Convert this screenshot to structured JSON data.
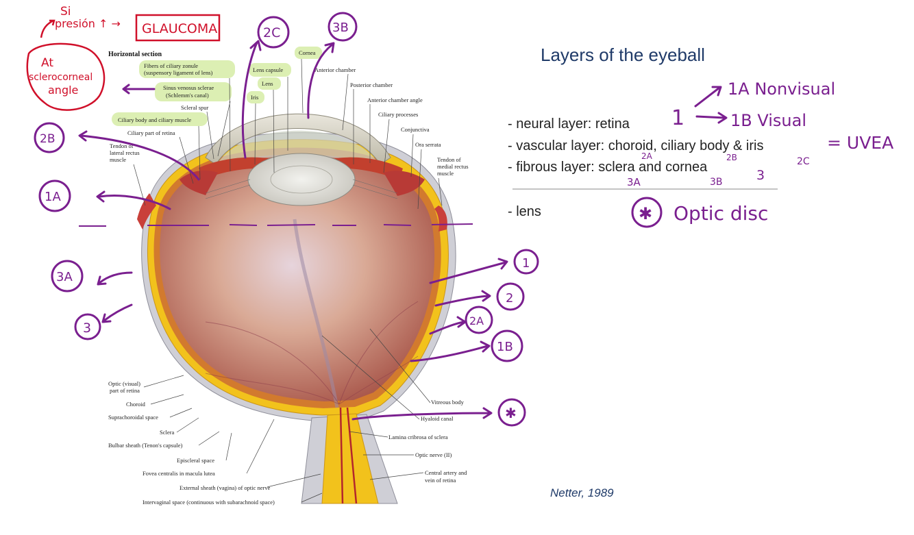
{
  "slide": {
    "title": "Layers of the eyeball",
    "bullets": [
      "- neural layer: retina",
      "- vascular layer: choroid, ciliary body & iris",
      "- fibrous layer: sclera and cornea",
      "- lens"
    ],
    "citation": "Netter, 1989"
  },
  "handwriting": {
    "si": "Si",
    "presion": "presión ↑ →",
    "glaucoma": "GLAUCOMA",
    "angle_1": "At",
    "angle_2": "sclerocorneal",
    "angle_3": "angle",
    "one": "1",
    "nonvisual": "1A Nonvisual",
    "visual": "1B Visual",
    "uvea": "= UVEA",
    "sub_2a": "2A",
    "sub_2b": "2B",
    "sub_2c": "2C",
    "sub_3a": "3A",
    "sub_3b": "3B",
    "three": "3",
    "optic_disc": "Optic disc",
    "circles": {
      "c2c": "2C",
      "c3b": "3B",
      "c2b": "2B",
      "c1a": "1A",
      "c3a": "3A",
      "c3": "3",
      "c1": "1",
      "c2": "2",
      "c2a": "2A",
      "c1b": "1B",
      "cstar": "✱",
      "cstar2": "✱"
    }
  },
  "diagram": {
    "heading": "Horizontal section",
    "labels": {
      "fibers_1": "Fibers of ciliary zonule",
      "fibers_2": "(suspensory ligament of lens)",
      "sinus_1": "Sinus venosus sclerae",
      "sinus_2": "(Schlemm's canal)",
      "scleral_spur": "Scleral spur",
      "ciliary_body": "Ciliary body and ciliary muscle",
      "ciliary_part": "Ciliary part of retina",
      "tendon_lat_1": "Tendon of",
      "tendon_lat_2": "lateral rectus",
      "tendon_lat_3": "muscle",
      "lens_capsule": "Lens capsule",
      "lens": "Lens",
      "iris": "Iris",
      "cornea": "Cornea",
      "anterior_chamber": "Anterior chamber",
      "posterior_chamber": "Posterior chamber",
      "ant_chamber_angle": "Anterior chamber angle",
      "ciliary_processes": "Ciliary processes",
      "conjunctiva": "Conjunctiva",
      "ora_serrata": "Ora serrata",
      "tendon_med_1": "Tendon of",
      "tendon_med_2": "medial rectus",
      "tendon_med_3": "muscle",
      "optic_part_1": "Optic (visual)",
      "optic_part_2": "part of retina",
      "choroid": "Choroid",
      "suprachoroidal": "Suprachoroidal space",
      "sclera": "Sclera",
      "bulbar_sheath": "Bulbar sheath (Tenon's capsule)",
      "episcleral": "Episcleral space",
      "fovea": "Fovea centralis in macula lutea",
      "ext_sheath": "External sheath (vagina) of optic nerve",
      "intervaginal": "Intervaginal space (continuous with subarachnoid space)",
      "vitreous": "Vitreous body",
      "hyaloid": "Hyaloid canal",
      "lamina": "Lamina cribrosa of sclera",
      "optic_nerve": "Optic nerve (II)",
      "central_artery_1": "Central artery and",
      "central_artery_2": "vein of retina"
    }
  },
  "colors": {
    "annotation_purple": "#7a1f8f",
    "annotation_red": "#d0102a",
    "title_blue": "#1f3a68",
    "highlight_green": "#dcefb3",
    "retina": "#f2c21c",
    "vitreous": "#c98b73"
  }
}
